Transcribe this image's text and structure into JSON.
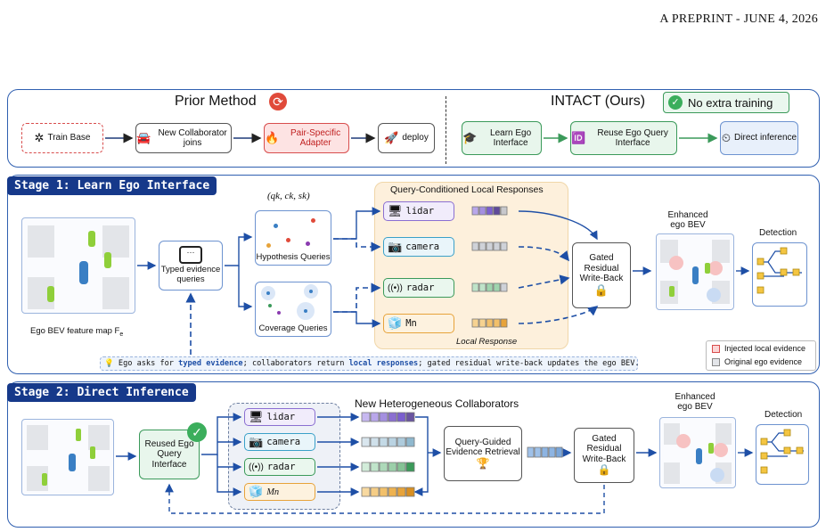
{
  "running_head": "A PREPRINT - JUNE 4, 2026",
  "top": {
    "prior_title": "Prior Method",
    "ours_title": "INTACT (Ours)",
    "no_training_badge": "No extra training",
    "prior_steps": [
      "Train Base",
      "New Collaborator joins",
      "Pair-Specific Adapter",
      "deploy"
    ],
    "ours_steps": [
      "Learn Ego Interface",
      "Reuse Ego Query Interface",
      "Direct inference"
    ]
  },
  "stage1": {
    "tab": "Stage 1: Learn Ego Interface",
    "ego_map_label": "Ego BEV feature map F",
    "ego_map_sub": "e",
    "typed_queries": "Typed evidence queries",
    "hyp_formula": "(q",
    "hyp_formula_full": "(qk, ck, sk)",
    "hypothesis_queries": "Hypothesis Queries",
    "coverage_queries": "Coverage Queries",
    "local_responses_title": "Query-Conditioned Local Responses",
    "local_response_label": "Local Response",
    "sensors": [
      "lidar",
      "camera",
      "radar",
      "Mn"
    ],
    "gated": "Gated Residual Write-Back",
    "enhanced": "Enhanced ego BEV",
    "detection": "Detection",
    "note_pre": "Ego asks for ",
    "note_typed": "typed evidence",
    "note_mid": "; collaborators return ",
    "note_local": "local responses",
    "note_post": "; gated residual write-back updates the ego BEV.",
    "legend_injected": "Injected local evidence",
    "legend_original": "Original ego evidence"
  },
  "stage2": {
    "tab": "Stage 2: Direct Inference",
    "reused": "Reused Ego Query Interface",
    "collab_title": "New Heterogeneous Collaborators",
    "sensors": [
      "lidar",
      "camera",
      "radar",
      "Mn"
    ],
    "retrieval": "Query-Guided Evidence Retrieval",
    "gated": "Gated Residual Write-Back",
    "enhanced": "Enhanced ego BEV",
    "detection": "Detection"
  },
  "colors": {
    "accent_blue": "#2f5fb0",
    "stage_tab": "#16398a",
    "prior_red": "#d84d4d",
    "ours_green": "#3b9a5a",
    "local_panel": "#fdf0dc",
    "lidar": "#8b6fd1",
    "camera": "#3aa0c8",
    "radar": "#3b9a5a",
    "mn": "#e7a33a"
  }
}
